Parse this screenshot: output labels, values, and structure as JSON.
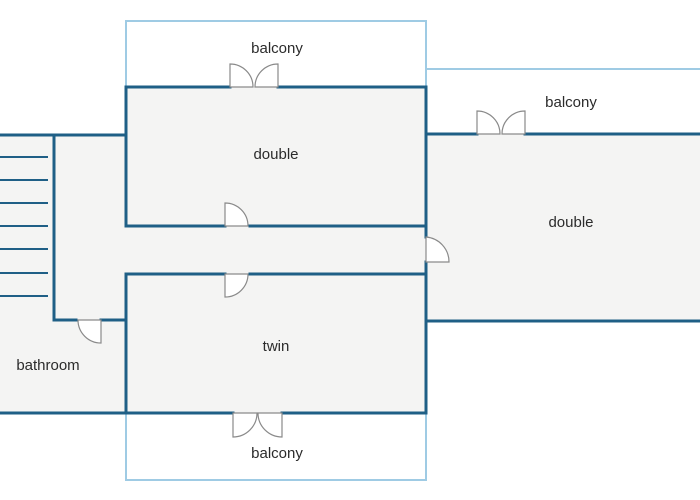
{
  "plan": {
    "rooms": [
      {
        "id": "balcony-top",
        "label": "balcony"
      },
      {
        "id": "double-upper",
        "label": "double"
      },
      {
        "id": "balcony-right",
        "label": "balcony"
      },
      {
        "id": "double-right",
        "label": "double"
      },
      {
        "id": "twin",
        "label": "twin"
      },
      {
        "id": "bathroom",
        "label": "bathroom"
      },
      {
        "id": "balcony-bottom",
        "label": "balcony"
      }
    ],
    "colors": {
      "wall": "#1f5f86",
      "balcony_outline": "#9fcbe4",
      "floor": "#f4f4f3",
      "door": "#8a8a8a"
    }
  }
}
